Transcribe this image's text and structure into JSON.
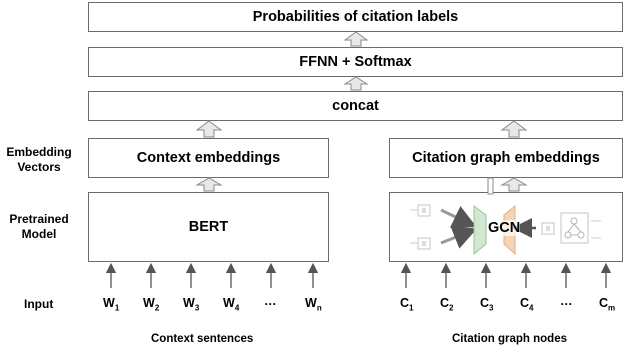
{
  "boxes": {
    "probabilities": "Probabilities of citation labels",
    "ffnn": "FFNN + Softmax",
    "concat": "concat",
    "context_embeddings": "Context embeddings",
    "citation_graph_embeddings": "Citation graph embeddings",
    "bert": "BERT",
    "gcn": "GCN"
  },
  "side_labels": {
    "embedding_vectors": "Embedding Vectors",
    "pretrained_model": "Pretrained Model",
    "input": "Input"
  },
  "context_tokens": [
    {
      "base": "W",
      "sub": "1"
    },
    {
      "base": "W",
      "sub": "2"
    },
    {
      "base": "W",
      "sub": "3"
    },
    {
      "base": "W",
      "sub": "4"
    },
    {
      "base": "…",
      "sub": ""
    },
    {
      "base": "W",
      "sub": "n"
    }
  ],
  "graph_tokens": [
    {
      "base": "C",
      "sub": "1"
    },
    {
      "base": "C",
      "sub": "2"
    },
    {
      "base": "C",
      "sub": "3"
    },
    {
      "base": "C",
      "sub": "4"
    },
    {
      "base": "…",
      "sub": ""
    },
    {
      "base": "C",
      "sub": "m"
    }
  ],
  "captions": {
    "context": "Context sentences",
    "graph": "Citation graph nodes"
  },
  "colors": {
    "border": "#6b6b6b",
    "block_arrow_fill": "#e8e8e8",
    "arrow": "#555555",
    "gcn_green": "#cfe8cf",
    "gcn_orange": "#f6d3b3"
  }
}
